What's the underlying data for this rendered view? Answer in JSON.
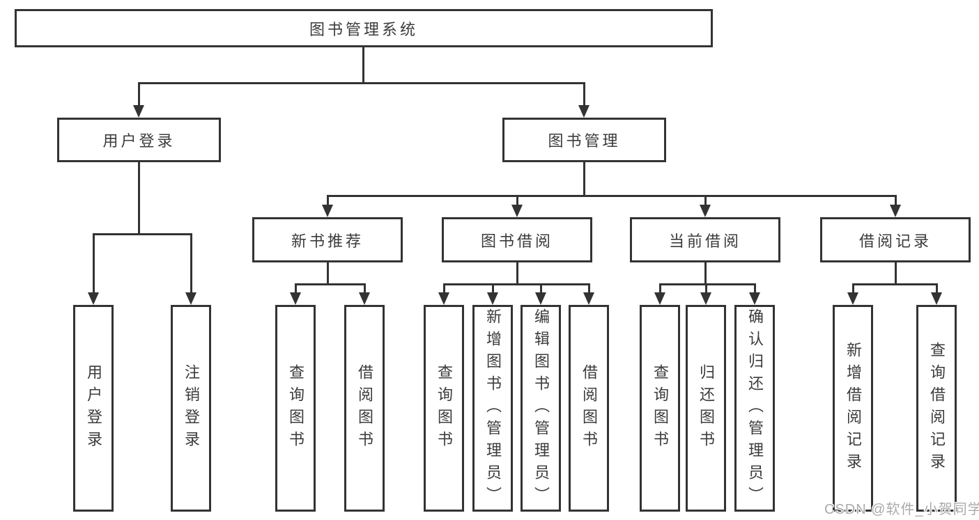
{
  "colors": {
    "line": "#333333",
    "box_background": "#ffffff",
    "text": "#3b3b3b",
    "watermark_text": "#ababab",
    "page_background": "#ffffff"
  },
  "tree": {
    "label": "图书管理系统",
    "children": [
      {
        "label": "用户登录",
        "children": [
          {
            "label": "用户登录"
          },
          {
            "label": "注销登录"
          }
        ]
      },
      {
        "label": "图书管理",
        "children": [
          {
            "label": "新书推荐",
            "children": [
              {
                "label": "查询图书"
              },
              {
                "label": "借阅图书"
              }
            ]
          },
          {
            "label": "图书借阅",
            "children": [
              {
                "label": "查询图书"
              },
              {
                "label": "新增图书（管理员）"
              },
              {
                "label": "编辑图书（管理员）"
              },
              {
                "label": "借阅图书"
              }
            ]
          },
          {
            "label": "当前借阅",
            "children": [
              {
                "label": "查询图书"
              },
              {
                "label": "归还图书"
              },
              {
                "label": "确认归还（管理员）"
              }
            ]
          },
          {
            "label": "借阅记录",
            "children": [
              {
                "label": "新增借阅记录"
              },
              {
                "label": "查询借阅记录"
              }
            ]
          }
        ]
      }
    ]
  },
  "watermark": "CSDN @软件_小贺同学"
}
